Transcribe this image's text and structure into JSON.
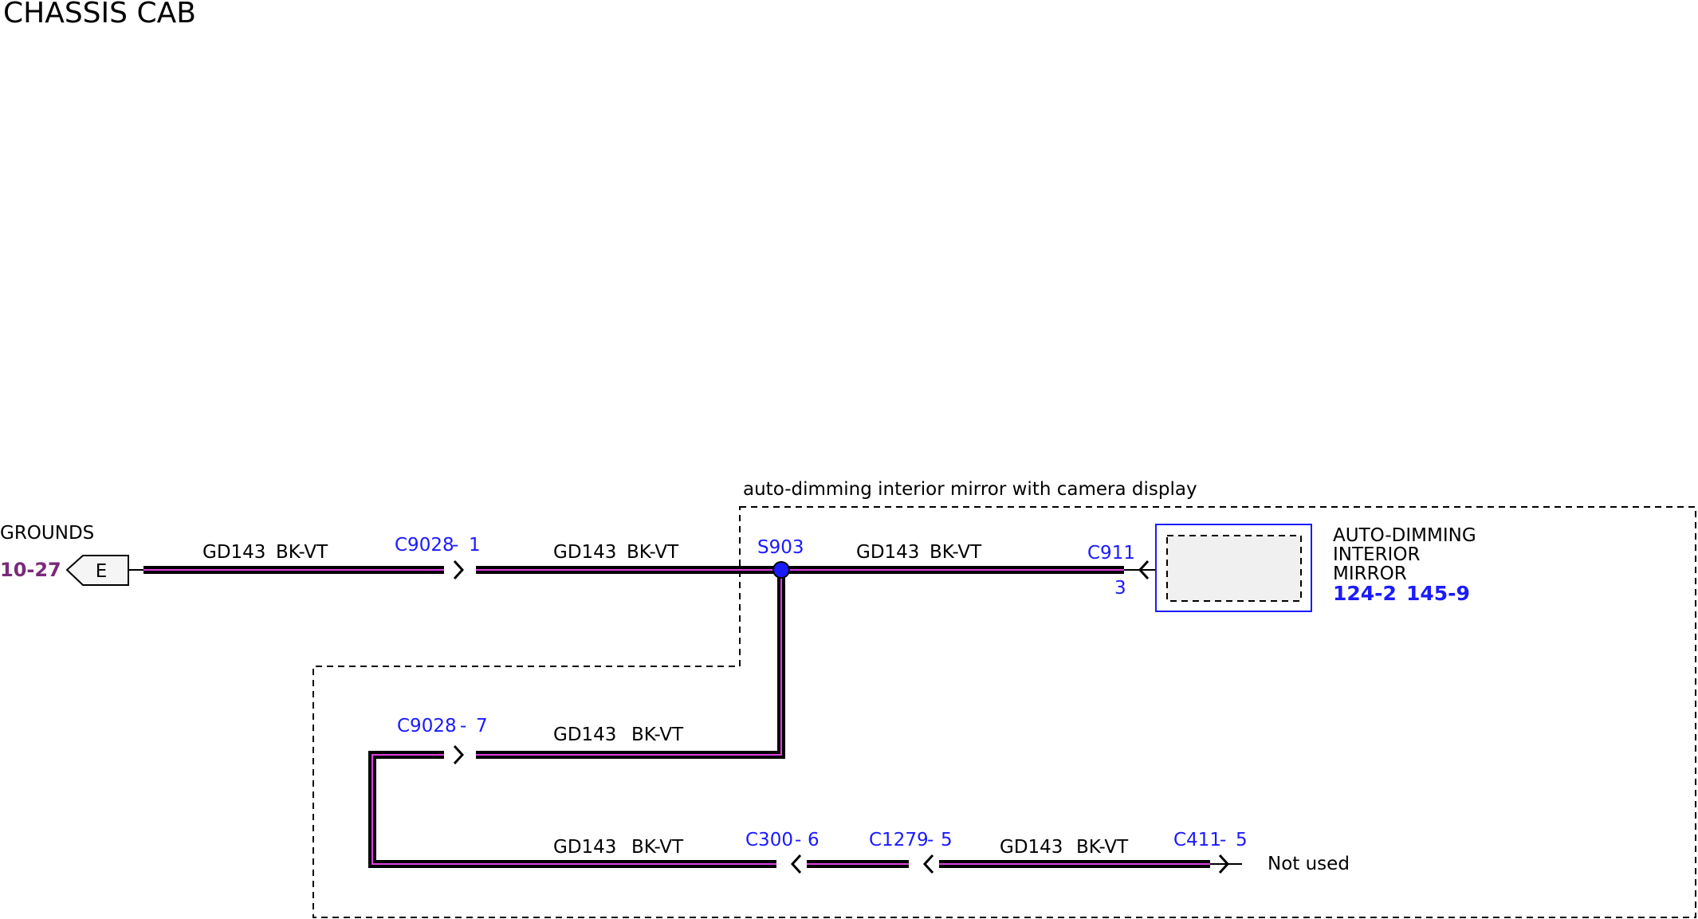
{
  "header": {
    "title": "CHASSIS CAB"
  },
  "ground": {
    "section_label": "GROUNDS",
    "ref": "10-27",
    "symbol_letter": "E"
  },
  "option_box": {
    "label": "auto-dimming interior mirror with camera display"
  },
  "wires": {
    "w1": {
      "circuit": "GD143",
      "color": "BK-VT"
    },
    "w2": {
      "circuit": "GD143",
      "color": "BK-VT"
    },
    "w3": {
      "circuit": "GD143",
      "color": "BK-VT"
    },
    "w4": {
      "circuit": "GD143",
      "color": "BK-VT"
    },
    "w5": {
      "circuit": "GD143",
      "color": "BK-VT"
    },
    "w6": {
      "circuit": "GD143",
      "color": "BK-VT"
    }
  },
  "connectors": {
    "c9028_top": {
      "id": "C9028",
      "sep": "-",
      "pin": "1"
    },
    "s903": {
      "id": "S903"
    },
    "c911": {
      "id": "C911",
      "pin": "3"
    },
    "c9028_mid": {
      "id": "C9028",
      "sep": "-",
      "pin": "7"
    },
    "c300": {
      "id": "C300",
      "sep": "-",
      "pin": "6"
    },
    "c1279": {
      "id": "C1279",
      "sep": "-",
      "pin": "5"
    },
    "c411": {
      "id": "C411",
      "sep": "-",
      "pin": "5"
    }
  },
  "component": {
    "name_line1": "AUTO-DIMMING",
    "name_line2": "INTERIOR",
    "name_line3": "MIRROR",
    "ref1": "124-2",
    "ref2": "145-9"
  },
  "not_used_label": "Not used",
  "colors": {
    "connector_text": "#1a1aff",
    "ground_ref": "#7a2a7a",
    "wire_stripe": "#e040e0",
    "splice": "#1a1aff"
  }
}
